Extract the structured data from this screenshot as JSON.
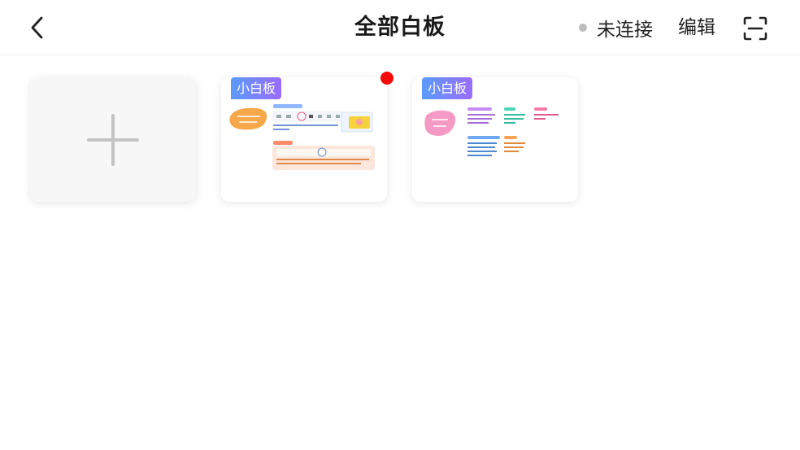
{
  "header": {
    "title": "全部白板",
    "status_label": "未连接",
    "status_dot_color": "#bdbdbd",
    "edit_label": "编辑",
    "back_icon": "chevron-left-icon",
    "scan_icon": "scan-icon"
  },
  "boards": {
    "add_icon": "plus-icon",
    "items": [
      {
        "badge": "小白板",
        "unread": true,
        "thumbnail": "new-feature-notes"
      },
      {
        "badge": "小白板",
        "unread": false,
        "thumbnail": "usage-notes"
      }
    ]
  },
  "colors": {
    "badge_gradient_start": "#5a9bff",
    "badge_gradient_end": "#9b6cff",
    "unread_dot": "#f50a0a"
  }
}
